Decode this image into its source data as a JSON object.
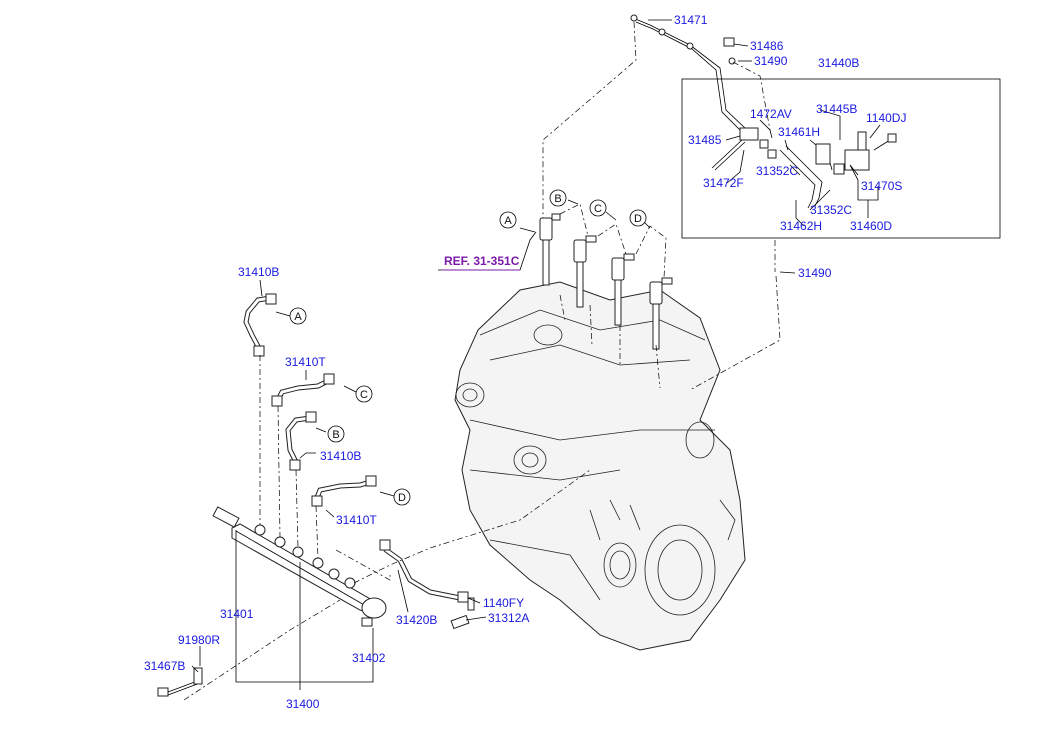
{
  "labels": {
    "p31471": "31471",
    "p31486": "31486",
    "p31490a": "31490",
    "p31440B": "31440B",
    "p1472AV": "1472AV",
    "p31445B": "31445B",
    "p1140DJ": "1140DJ",
    "p31485": "31485",
    "p31461H": "31461H",
    "p31472F": "31472F",
    "p31352Ca": "31352C",
    "p31470S": "31470S",
    "p31352Cb": "31352C",
    "p31462H": "31462H",
    "p31460D": "31460D",
    "p31490b": "31490",
    "ref": "REF. 31-351C",
    "p31410Ba": "31410B",
    "p31410Ta": "31410T",
    "p31410Bb": "31410B",
    "p31410Tb": "31410T",
    "p31401": "31401",
    "p91980R": "91980R",
    "p31467B": "31467B",
    "p31400": "31400",
    "p31402": "31402",
    "p31420B": "31420B",
    "p1140FY": "1140FY",
    "p31312A": "31312A"
  },
  "callouts": {
    "A": "A",
    "B": "B",
    "C": "C",
    "D": "D"
  },
  "colors": {
    "part_number": "#1a1ae0",
    "reference": "#7a1aa8",
    "line": "#000000"
  }
}
